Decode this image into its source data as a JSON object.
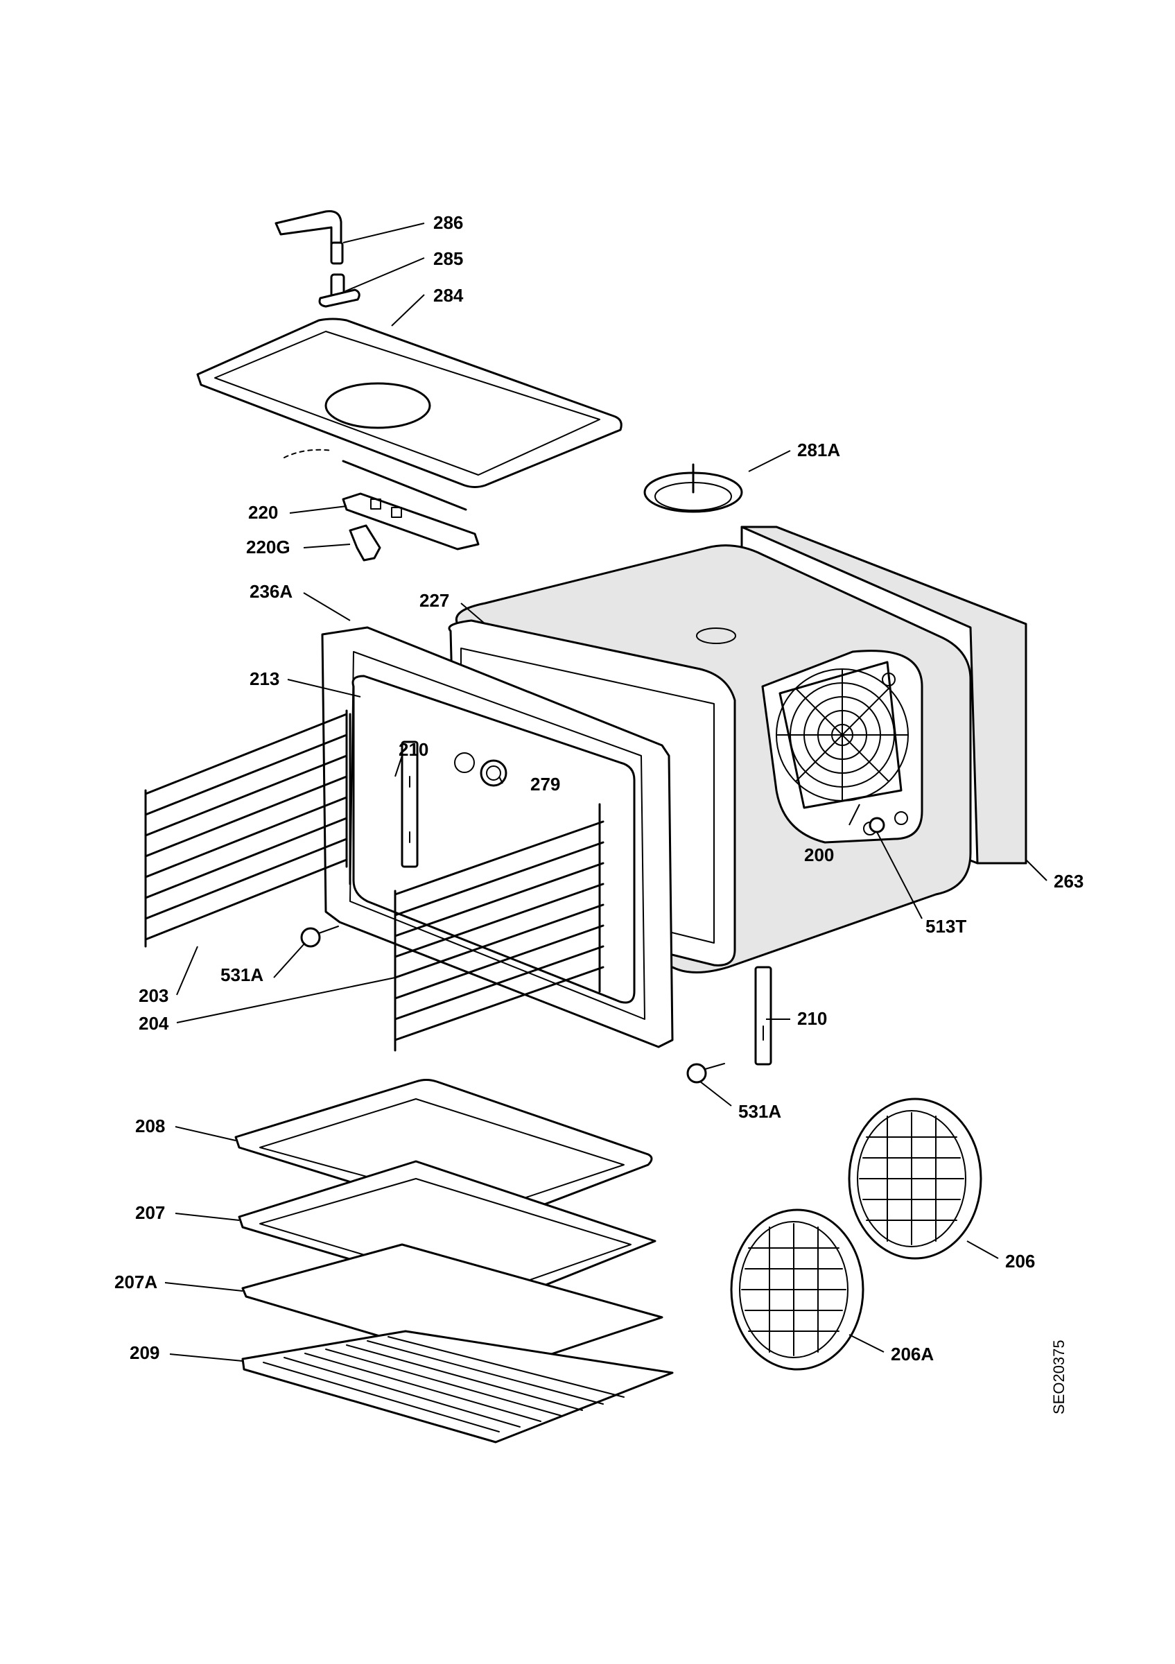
{
  "diagram": {
    "drawing_code": "SEO20375",
    "parts": [
      {
        "id": "286",
        "label": "286"
      },
      {
        "id": "285",
        "label": "285"
      },
      {
        "id": "284",
        "label": "284"
      },
      {
        "id": "281A",
        "label": "281A"
      },
      {
        "id": "220",
        "label": "220"
      },
      {
        "id": "220G",
        "label": "220G"
      },
      {
        "id": "236A",
        "label": "236A"
      },
      {
        "id": "227",
        "label": "227"
      },
      {
        "id": "213",
        "label": "213"
      },
      {
        "id": "210-left",
        "label": "210"
      },
      {
        "id": "279",
        "label": "279"
      },
      {
        "id": "200",
        "label": "200"
      },
      {
        "id": "263",
        "label": "263"
      },
      {
        "id": "513T",
        "label": "513T"
      },
      {
        "id": "531A-left",
        "label": "531A"
      },
      {
        "id": "203",
        "label": "203"
      },
      {
        "id": "204",
        "label": "204"
      },
      {
        "id": "210-right",
        "label": "210"
      },
      {
        "id": "531A-right",
        "label": "531A"
      },
      {
        "id": "208",
        "label": "208"
      },
      {
        "id": "207",
        "label": "207"
      },
      {
        "id": "207A",
        "label": "207A"
      },
      {
        "id": "209",
        "label": "209"
      },
      {
        "id": "206",
        "label": "206"
      },
      {
        "id": "206A",
        "label": "206A"
      }
    ]
  }
}
